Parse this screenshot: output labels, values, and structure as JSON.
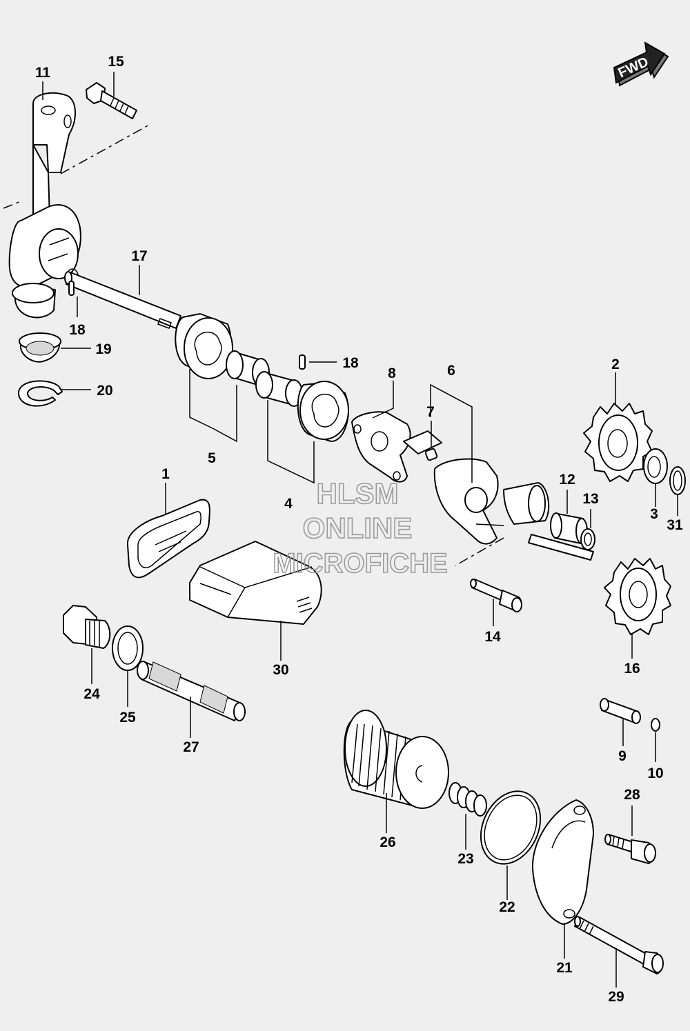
{
  "direction_badge": {
    "label": "FWD"
  },
  "watermark": {
    "line1": "HLSM",
    "line2": "ONLINE",
    "line3": "MICROFICHE"
  },
  "part_labels": {
    "p1": "1",
    "p2": "2",
    "p3": "3",
    "p4": "4",
    "p5": "5",
    "p6": "6",
    "p7": "7",
    "p8": "8",
    "p9": "9",
    "p10": "10",
    "p11": "11",
    "p12": "12",
    "p13": "13",
    "p14": "14",
    "p15": "15",
    "p16": "16",
    "p17": "17",
    "p18a": "18",
    "p18b": "18",
    "p19": "19",
    "p20": "20",
    "p21": "21",
    "p22": "22",
    "p23": "23",
    "p24": "24",
    "p25": "25",
    "p26": "26",
    "p27": "27",
    "p28": "28",
    "p29": "29",
    "p30": "30",
    "p31": "31"
  },
  "colors": {
    "background": "#efefef",
    "line": "#000000",
    "watermark": "#9a9a9a"
  }
}
